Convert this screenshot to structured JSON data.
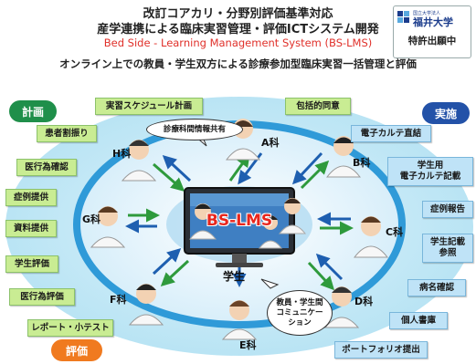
{
  "header": {
    "line1": "改訂コアカリ・分野別評価基準対応",
    "line2": "産学連携による臨床実習管理・評価ICTシステム開発",
    "line3": "Bed Side - Learning Management System (BS-LMS)",
    "line4": "オンライン上での教員・学生双方による診療参加型臨床実習一括管理と評価"
  },
  "logo": {
    "university": "福井大学",
    "sub": "国立大学法人",
    "patent": "特許出願中"
  },
  "phases": {
    "plan": "計画",
    "implement": "実施",
    "evaluate": "評価"
  },
  "left_items": [
    "患者割振り",
    "医行為確認",
    "症例提供",
    "資料提供",
    "学生評価",
    "医行為評価",
    "レポート・小テスト"
  ],
  "top_items": {
    "schedule": "実習スケジュール計画",
    "consent": "包括的同意"
  },
  "right_items": {
    "ehr": "電子カルテ直結",
    "student_ehr": "学生用\n電子カルテ記載",
    "case_report": "症例報告",
    "student_ref": "学生記載\n参照",
    "diagnosis": "病名確認",
    "personal_library": "個人書庫",
    "portfolio": "ポートフォリオ提出"
  },
  "departments": {
    "A": "A科",
    "B": "B科",
    "C": "C科",
    "D": "D科",
    "E": "E科",
    "F": "F科",
    "G": "G科",
    "H": "H科"
  },
  "student_label": "学生",
  "center_label": "BS-LMS",
  "bubbles": {
    "dept_info": "診療科間情報共有",
    "communication": "教員・学生間\nコミュニケー\nション"
  },
  "colors": {
    "box_green": "#c9ec93",
    "box_blue": "#bfe3f7",
    "ring": "#2f9ad8",
    "plan": "#1f8f4a",
    "implement": "#2352a8",
    "evaluate": "#f07a1f",
    "title_red": "#e0302a"
  }
}
